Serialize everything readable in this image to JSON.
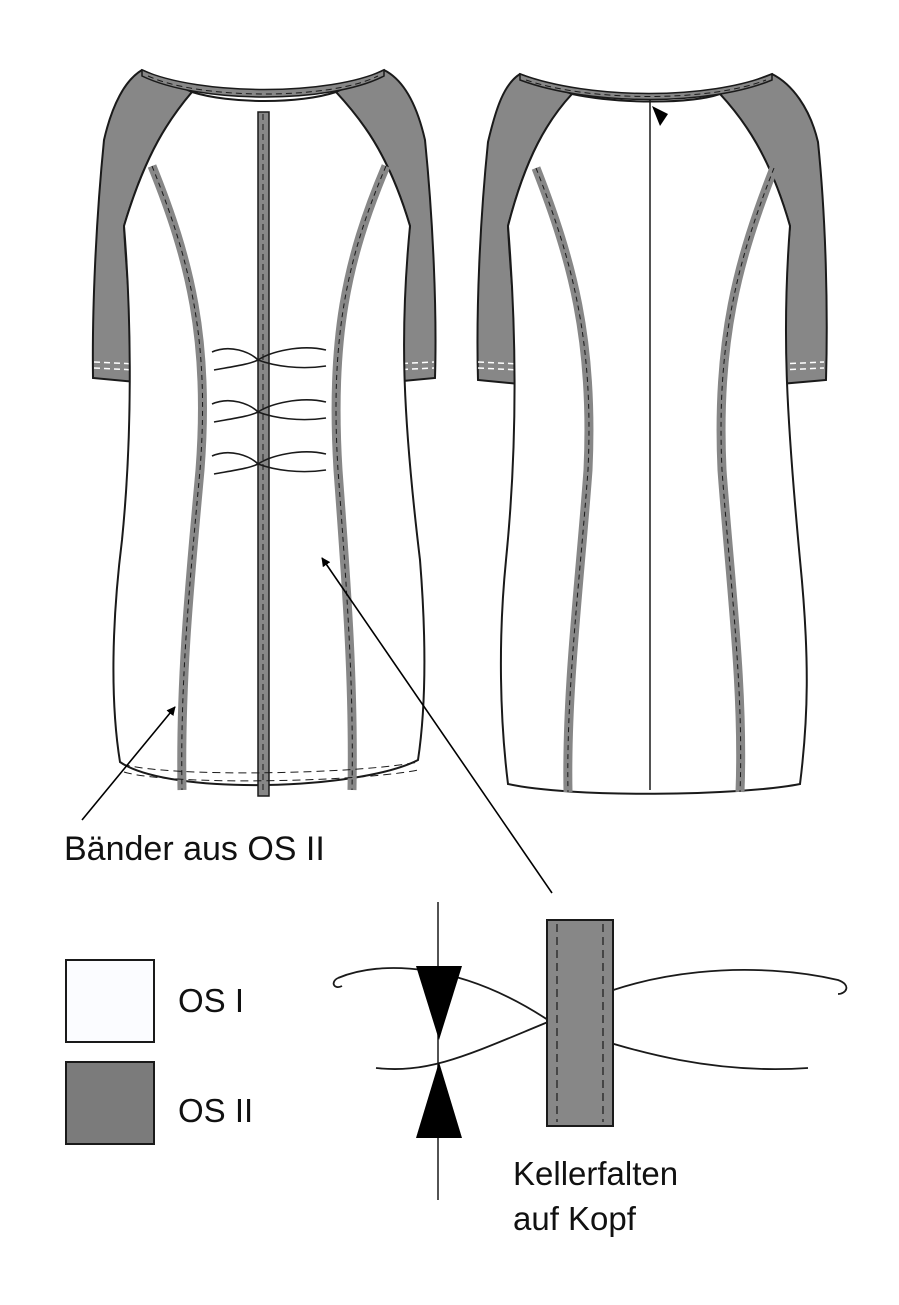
{
  "colors": {
    "fabric_os1": "#ffffff",
    "fabric_os2": "#878787",
    "outline": "#1a1a1a",
    "swatch_os1": "#fbfcff",
    "swatch_os2": "#7b7b7b"
  },
  "annotations": {
    "baender": "Bänder aus OS II",
    "keller_line1": "Kellerfalten",
    "keller_line2": "auf Kopf"
  },
  "legend": [
    {
      "label": "OS I",
      "color_key": "swatch_os1"
    },
    {
      "label": "OS II",
      "color_key": "swatch_os2"
    }
  ]
}
